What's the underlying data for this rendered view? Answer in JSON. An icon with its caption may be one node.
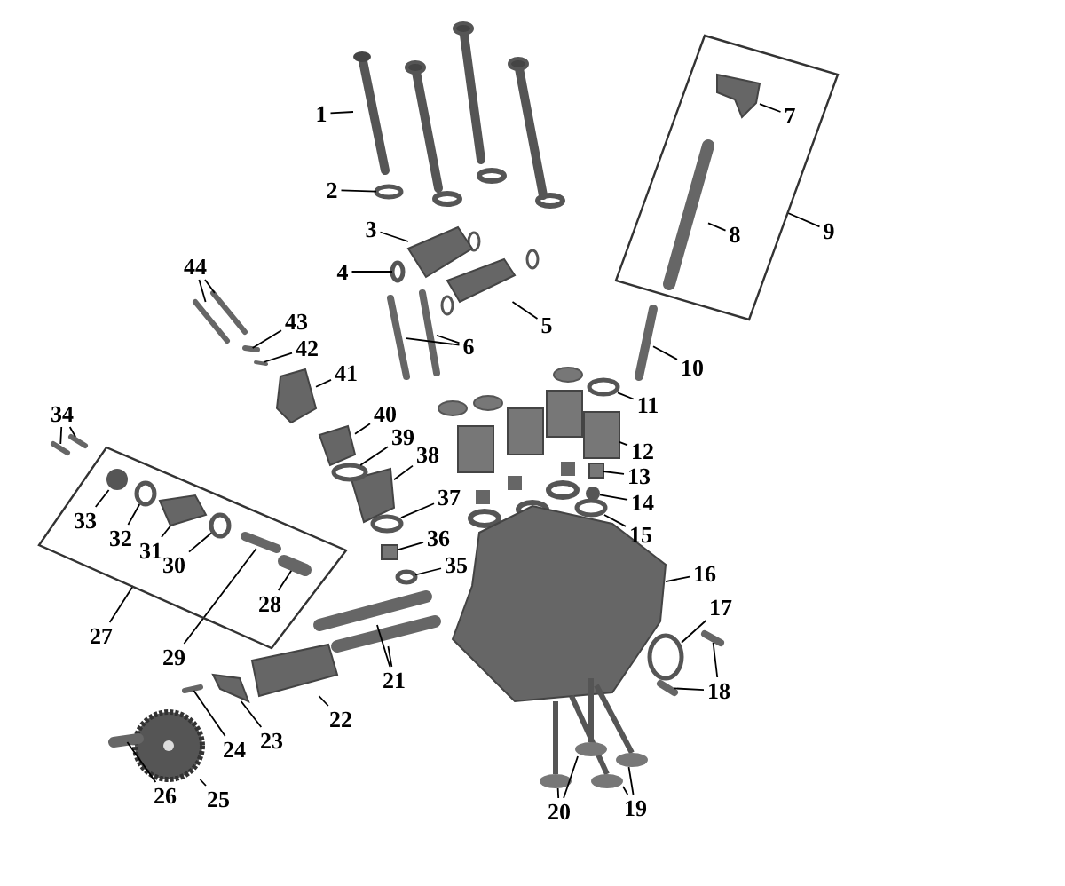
{
  "diagram": {
    "nodes": [
      {
        "text": [
          "1"
        ]
      },
      {
        "text": [
          "2"
        ]
      },
      {
        "text": [
          "3"
        ]
      },
      {
        "text": [
          "4"
        ]
      },
      {
        "text": [
          "5"
        ]
      },
      {
        "text": [
          "6"
        ]
      },
      {
        "text": [],
        "shape": "box"
      },
      {
        "text": [
          "7"
        ],
        "in": 6
      },
      {
        "text": [
          "8"
        ],
        "in": 6
      },
      {
        "text": [
          "9"
        ]
      },
      {
        "text": [
          "10"
        ]
      },
      {
        "text": [
          "11"
        ]
      },
      {
        "text": [
          "12"
        ]
      },
      {
        "text": [
          "13"
        ]
      },
      {
        "text": [
          "14"
        ]
      },
      {
        "text": [
          "15"
        ]
      },
      {
        "text": [
          "16"
        ]
      },
      {
        "text": [
          "17"
        ]
      },
      {
        "text": [
          "18"
        ]
      },
      {
        "text": [
          "19"
        ]
      },
      {
        "text": [
          "20"
        ]
      },
      {
        "text": [
          "21"
        ]
      },
      {
        "text": [
          "22"
        ]
      },
      {
        "text": [
          "23"
        ]
      },
      {
        "text": [
          "24"
        ]
      },
      {
        "text": [
          "25"
        ]
      },
      {
        "text": [
          "26"
        ]
      },
      {
        "text": [],
        "shape": "box"
      },
      {
        "text": [
          "27"
        ]
      },
      {
        "text": [
          "28"
        ],
        "in": 27
      },
      {
        "text": [
          "29"
        ]
      },
      {
        "text": [
          "30"
        ],
        "in": 27
      },
      {
        "text": [
          "31"
        ],
        "in": 27
      },
      {
        "text": [
          "32"
        ],
        "in": 27
      },
      {
        "text": [
          "33"
        ],
        "in": 27
      },
      {
        "text": [
          "34"
        ]
      },
      {
        "text": [
          "35"
        ]
      },
      {
        "text": [
          "36"
        ]
      },
      {
        "text": [
          "37"
        ]
      },
      {
        "text": [
          "38"
        ]
      },
      {
        "text": [
          "39"
        ]
      },
      {
        "text": [
          "40"
        ]
      },
      {
        "text": [
          "41"
        ]
      },
      {
        "text": [
          "42"
        ]
      },
      {
        "text": [
          "43"
        ]
      },
      {
        "text": [
          "44"
        ]
      },
      {
        "text": [],
        "shape": "picture"
      },
      {
        "text": [],
        "shape": "circle"
      },
      {
        "text": [],
        "shape": "picture"
      },
      {
        "text": [],
        "shape": "circle"
      },
      {
        "text": [],
        "shape": "picture"
      },
      {
        "text": [],
        "shape": "picture"
      },
      {
        "text": [],
        "shape": "picture"
      },
      {
        "text": [],
        "shape": "picture",
        "in": 6
      },
      {
        "text": [],
        "shape": "picture",
        "in": 6
      },
      {
        "text": [],
        "shape": "picture"
      },
      {
        "text": [],
        "shape": "circle"
      },
      {
        "text": [],
        "shape": "box"
      },
      {
        "text": [],
        "shape": "box"
      },
      {
        "text": [],
        "shape": "circle"
      },
      {
        "text": [],
        "shape": "circle"
      },
      {
        "text": [],
        "shape": "picture"
      },
      {
        "text": [],
        "shape": "circle"
      },
      {
        "text": [],
        "shape": "picture"
      },
      {
        "text": [],
        "shape": "picture"
      },
      {
        "text": [],
        "shape": "picture"
      },
      {
        "text": [],
        "shape": "picture"
      },
      {
        "text": [],
        "shape": "picture"
      },
      {
        "text": [],
        "shape": "picture"
      },
      {
        "text": [],
        "shape": "picture"
      },
      {
        "text": [],
        "shape": "picture"
      },
      {
        "text": [],
        "shape": "picture"
      },
      {
        "text": [],
        "shape": "picture"
      },
      {
        "text": [],
        "shape": "picture"
      },
      {
        "text": [],
        "shape": "picture"
      },
      {
        "text": [],
        "shape": "picture"
      },
      {
        "text": [],
        "shape": "picture",
        "in": 27
      },
      {
        "text": [],
        "shape": "picture",
        "in": 27
      },
      {
        "text": [],
        "shape": "circle",
        "in": 27
      },
      {
        "text": [],
        "shape": "picture",
        "in": 27
      },
      {
        "text": [],
        "shape": "circle",
        "in": 27
      },
      {
        "text": [],
        "shape": "circle",
        "in": 27
      },
      {
        "text": [],
        "shape": "picture"
      },
      {
        "text": [],
        "shape": "picture"
      },
      {
        "text": [],
        "shape": "circle"
      },
      {
        "text": [],
        "shape": "box"
      },
      {
        "text": [],
        "shape": "circle"
      },
      {
        "text": [],
        "shape": "picture"
      },
      {
        "text": [],
        "shape": "circle"
      },
      {
        "text": [],
        "shape": "picture"
      },
      {
        "text": [],
        "shape": "picture"
      },
      {
        "text": [],
        "shape": "picture"
      },
      {
        "text": [],
        "shape": "picture"
      },
      {
        "text": [],
        "shape": "picture"
      },
      {
        "text": [],
        "shape": "picture"
      }
    ],
    "edges": [
      {
        "from": 0,
        "to": 46,
        "arrow": "none"
      },
      {
        "from": 1,
        "to": 47,
        "arrow": "none"
      },
      {
        "from": 2,
        "to": 48,
        "arrow": "none"
      },
      {
        "from": 3,
        "to": 49,
        "arrow": "none"
      },
      {
        "from": 4,
        "to": 50,
        "arrow": "none"
      },
      {
        "from": 5,
        "to": 51,
        "arrow": "none"
      },
      {
        "from": 5,
        "to": 52,
        "arrow": "none"
      },
      {
        "from": 7,
        "to": 53,
        "arrow": "none"
      },
      {
        "from": 8,
        "to": 54,
        "arrow": "none"
      },
      {
        "from": 9,
        "to": 6,
        "arrow": "none"
      },
      {
        "from": 10,
        "to": 55,
        "arrow": "none"
      },
      {
        "from": 11,
        "to": 56,
        "arrow": "none"
      },
      {
        "from": 12,
        "to": 57,
        "arrow": "none"
      },
      {
        "from": 13,
        "to": 58,
        "arrow": "none"
      },
      {
        "from": 14,
        "to": 59,
        "arrow": "none"
      },
      {
        "from": 15,
        "to": 60,
        "arrow": "none"
      },
      {
        "from": 16,
        "to": 61,
        "arrow": "none"
      },
      {
        "from": 17,
        "to": 62,
        "arrow": "none"
      },
      {
        "from": 18,
        "to": 63,
        "arrow": "none"
      },
      {
        "from": 18,
        "to": 64,
        "arrow": "none"
      },
      {
        "from": 19,
        "to": 65,
        "arrow": "none"
      },
      {
        "from": 19,
        "to": 66,
        "arrow": "none"
      },
      {
        "from": 20,
        "to": 67,
        "arrow": "none"
      },
      {
        "from": 20,
        "to": 68,
        "arrow": "none"
      },
      {
        "from": 21,
        "to": 69,
        "arrow": "none"
      },
      {
        "from": 21,
        "to": 70,
        "arrow": "none"
      },
      {
        "from": 22,
        "to": 71,
        "arrow": "none"
      },
      {
        "from": 23,
        "to": 72,
        "arrow": "none"
      },
      {
        "from": 24,
        "to": 73,
        "arrow": "none"
      },
      {
        "from": 25,
        "to": 74,
        "arrow": "none"
      },
      {
        "from": 26,
        "to": 75,
        "arrow": "none"
      },
      {
        "from": 28,
        "to": 27,
        "arrow": "none"
      },
      {
        "from": 29,
        "to": 76,
        "arrow": "none"
      },
      {
        "from": 30,
        "to": 77,
        "arrow": "none"
      },
      {
        "from": 31,
        "to": 78,
        "arrow": "none"
      },
      {
        "from": 32,
        "to": 79,
        "arrow": "none"
      },
      {
        "from": 33,
        "to": 80,
        "arrow": "none"
      },
      {
        "from": 34,
        "to": 81,
        "arrow": "none"
      },
      {
        "from": 35,
        "to": 82,
        "arrow": "none"
      },
      {
        "from": 35,
        "to": 83,
        "arrow": "none"
      },
      {
        "from": 36,
        "to": 84,
        "arrow": "none"
      },
      {
        "from": 37,
        "to": 85,
        "arrow": "none"
      },
      {
        "from": 38,
        "to": 86,
        "arrow": "none"
      },
      {
        "from": 39,
        "to": 87,
        "arrow": "none"
      },
      {
        "from": 40,
        "to": 88,
        "arrow": "none"
      },
      {
        "from": 41,
        "to": 89,
        "arrow": "none"
      },
      {
        "from": 42,
        "to": 90,
        "arrow": "none"
      },
      {
        "from": 43,
        "to": 91,
        "arrow": "none"
      },
      {
        "from": 44,
        "to": 92,
        "arrow": "none"
      },
      {
        "from": 45,
        "to": 93,
        "arrow": "none"
      },
      {
        "from": 45,
        "to": 94,
        "arrow": "none"
      }
    ]
  }
}
